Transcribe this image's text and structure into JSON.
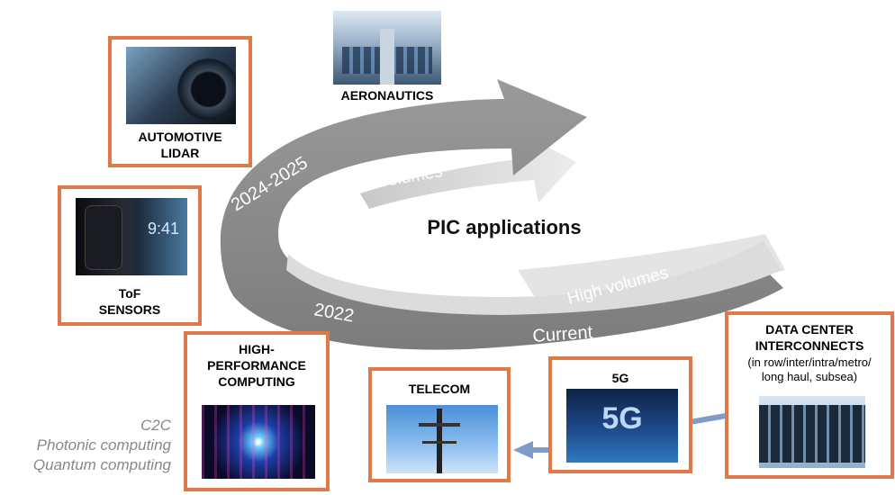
{
  "center_title": "PIC applications",
  "arc_labels": {
    "upper_year": "2024-2025",
    "upper_volume": "Low volumes",
    "lower_year": "2022",
    "lower_volume": "High volumes",
    "lower_status": "Current"
  },
  "applications": [
    {
      "label": "AERONAUTICS"
    },
    {
      "label_line1": "AUTOMOTIVE",
      "label_line2": "LIDAR"
    },
    {
      "label_line1": "ToF",
      "label_line2": "SENSORS"
    },
    {
      "label_line1": "HIGH-",
      "label_line2": "PERFORMANCE",
      "label_line3": "COMPUTING"
    },
    {
      "label": "TELECOM"
    },
    {
      "label": "5G",
      "image_text": "5G"
    },
    {
      "label_line1": "DATA CENTER",
      "label_line2": "INTERCONNECTS",
      "detail_line1": "(in row/inter/intra/metro/",
      "detail_line2": "long haul, subsea)"
    }
  ],
  "side_notes": [
    "C2C",
    "Photonic computing",
    "Quantum computing"
  ],
  "phone_screen_text": "9:41",
  "colors": {
    "box_border": "#e07848",
    "arc_dark": "#8a8a8a",
    "arc_light": "#e2e2e2",
    "connector": "#7f9bc8",
    "side_note_text": "#888888"
  }
}
